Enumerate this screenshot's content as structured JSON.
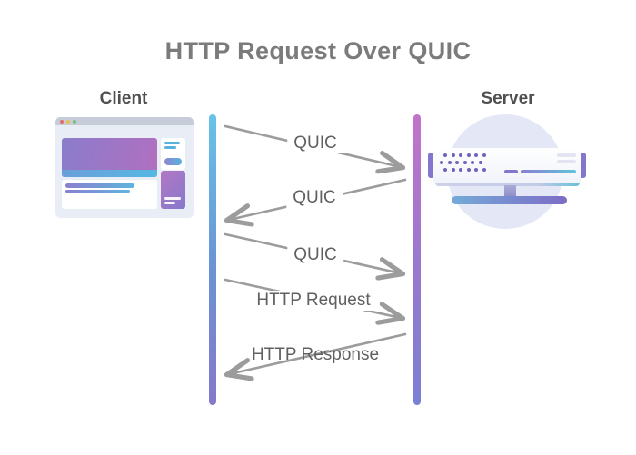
{
  "title": "HTTP Request Over QUIC",
  "client": {
    "label": "Client"
  },
  "server": {
    "label": "Server"
  },
  "messages": [
    {
      "label": "QUIC",
      "direction": "client-to-server"
    },
    {
      "label": "QUIC",
      "direction": "server-to-client"
    },
    {
      "label": "QUIC",
      "direction": "client-to-server"
    },
    {
      "label": "HTTP Request",
      "direction": "client-to-server"
    },
    {
      "label": "HTTP Response",
      "direction": "server-to-client"
    }
  ],
  "colors": {
    "title_text": "#7b7b7b",
    "participant_text": "#4f4f4f",
    "message_text": "#606060",
    "arrow": "#9c9c9c",
    "client_lifeline_top": "#67c3e9",
    "client_lifeline_bottom": "#8678cb",
    "server_lifeline_top": "#c273c9",
    "server_lifeline_bottom": "#7b80d4",
    "server_circle": "#e4e7f6",
    "accent_purple": "#8277cd",
    "accent_blue": "#57b2dc"
  }
}
